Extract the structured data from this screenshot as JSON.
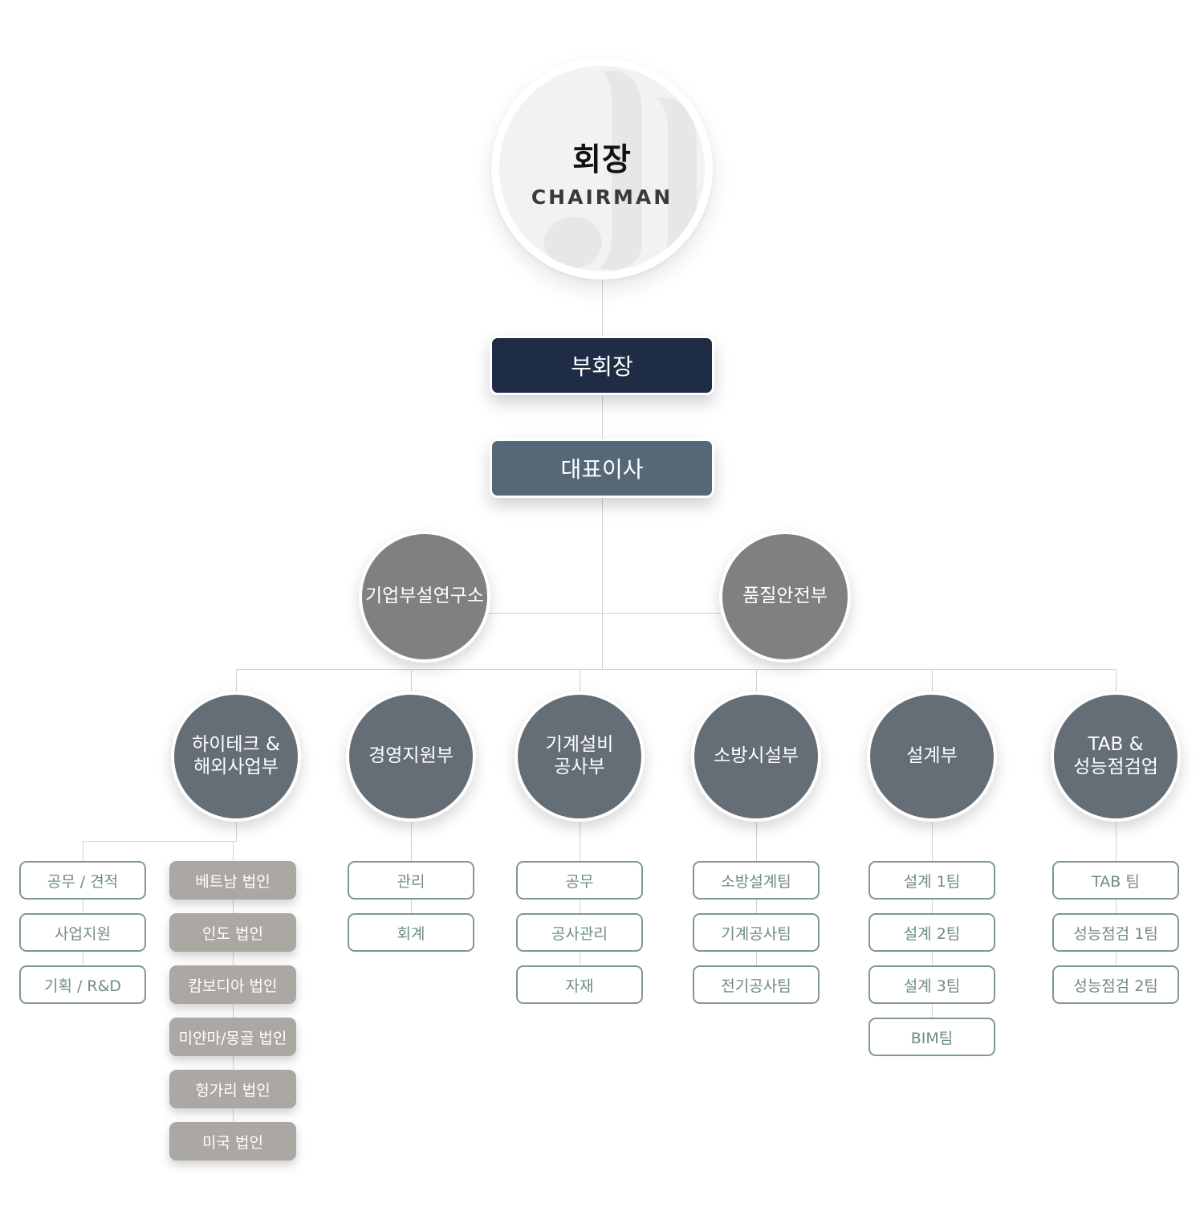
{
  "colors": {
    "line": "#d2d2d2",
    "chairman_bg": "#f1f2f2",
    "vice_chairman": "#1e2d45",
    "ceo": "#566878",
    "staff_circle": "#808080",
    "department_circle": "#656e76",
    "team_border": "#7f9a8c",
    "team_text": "#6f8d7e",
    "subsidiary": "#aba7a2"
  },
  "chairman": {
    "title": "회장",
    "subtitle": "CHAIRMAN"
  },
  "vice_chairman": {
    "label": "부회장"
  },
  "ceo": {
    "label": "대표이사"
  },
  "staff": [
    {
      "label": "기업부설연구소"
    },
    {
      "label": "품질안전부"
    }
  ],
  "departments": [
    {
      "label": "하이테크 &\n해외사업부",
      "teams": [
        "공무 / 견적",
        "사업지원",
        "기획 / R&D"
      ],
      "subsidiaries": [
        "베트남 법인",
        "인도 법인",
        "캄보디아 법인",
        "미얀마/몽골 법인",
        "헝가리 법인",
        "미국 법인"
      ]
    },
    {
      "label": "경영지원부",
      "teams": [
        "관리",
        "회계"
      ]
    },
    {
      "label": "기계설비\n공사부",
      "teams": [
        "공무",
        "공사관리",
        "자재"
      ]
    },
    {
      "label": "소방시설부",
      "teams": [
        "소방설계팀",
        "기계공사팀",
        "전기공사팀"
      ]
    },
    {
      "label": "설계부",
      "teams": [
        "설계 1팀",
        "설계 2팀",
        "설계 3팀",
        "BIM팀"
      ]
    },
    {
      "label": "TAB &\n성능점검업",
      "teams": [
        "TAB 팀",
        "성능점검 1팀",
        "성능점검 2팀"
      ]
    }
  ]
}
